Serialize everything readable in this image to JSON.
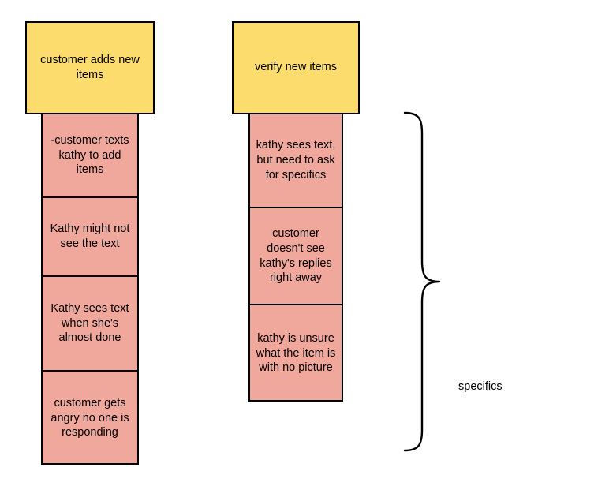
{
  "diagram": {
    "background_color": "#ffffff",
    "header_color": "#fcdc6d",
    "detail_color": "#f0a79c",
    "border_color": "#000000",
    "columns": [
      {
        "header": "customer adds new items",
        "details": [
          "-customer texts kathy to add items",
          "Kathy might not see the text",
          "Kathy sees text when she's almost done",
          "customer gets angry no one is responding"
        ]
      },
      {
        "header": "verify new items",
        "details": [
          "kathy sees text, but need to ask for specifics",
          "customer doesn't see kathy's replies right away",
          "kathy is unsure what the item is with no picture"
        ]
      }
    ],
    "annotation": {
      "label": "specifics",
      "shape": "curly-brace"
    }
  }
}
